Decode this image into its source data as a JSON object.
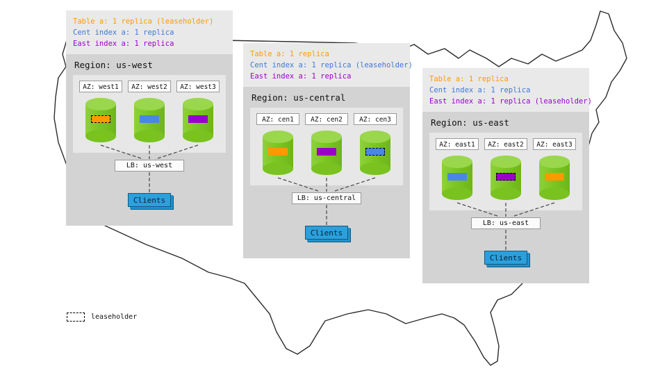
{
  "colors": {
    "table_orange": "#ff9900",
    "cent_blue": "#3c78d8",
    "east_purple": "#9900cc",
    "replica_blue": "#4a86e8",
    "clients_blue": "#2ba0dc",
    "cylinder_green": "#7cc623",
    "panel_gray": "#d3d3d3"
  },
  "legend": {
    "label": "leaseholder"
  },
  "regions": [
    {
      "title": "Region: us-west",
      "annotations": [
        {
          "text": "Table a: 1 replica (leaseholder)",
          "color": "#ff9900"
        },
        {
          "text": "Cent index a: 1 replica",
          "color": "#3c78d8"
        },
        {
          "text": "East index a: 1 replica",
          "color": "#9900cc"
        }
      ],
      "azs": [
        {
          "label": "AZ: west1",
          "replica_color": "#ff9900",
          "replica_border": "1.5px dashed #000000"
        },
        {
          "label": "AZ: west2",
          "replica_color": "#4a86e8",
          "replica_border": "none"
        },
        {
          "label": "AZ: west3",
          "replica_color": "#9900cc",
          "replica_border": "none"
        }
      ],
      "lb": "LB: us-west",
      "clients": "Clients"
    },
    {
      "title": "Region: us-central",
      "annotations": [
        {
          "text": "Table a: 1 replica",
          "color": "#ff9900"
        },
        {
          "text": "Cent index a: 1 replica (leaseholder)",
          "color": "#3c78d8"
        },
        {
          "text": "East index a: 1 replica",
          "color": "#9900cc"
        }
      ],
      "azs": [
        {
          "label": "AZ: cen1",
          "replica_color": "#ff9900",
          "replica_border": "none"
        },
        {
          "label": "AZ: cen2",
          "replica_color": "#9900cc",
          "replica_border": "none"
        },
        {
          "label": "AZ: cen3",
          "replica_color": "#4a86e8",
          "replica_border": "1.5px dashed #000000"
        }
      ],
      "lb": "LB: us-central",
      "clients": "Clients"
    },
    {
      "title": "Region: us-east",
      "annotations": [
        {
          "text": "Table a: 1 replica",
          "color": "#ff9900"
        },
        {
          "text": "Cent index a: 1 replica",
          "color": "#3c78d8"
        },
        {
          "text": "East index a: 1 replica (leaseholder)",
          "color": "#9900cc"
        }
      ],
      "azs": [
        {
          "label": "AZ: east1",
          "replica_color": "#4a86e8",
          "replica_border": "none"
        },
        {
          "label": "AZ: east2",
          "replica_color": "#9900cc",
          "replica_border": "1.5px dashed #000000"
        },
        {
          "label": "AZ: east3",
          "replica_color": "#ff9900",
          "replica_border": "none"
        }
      ],
      "lb": "LB: us-east",
      "clients": "Clients"
    }
  ]
}
